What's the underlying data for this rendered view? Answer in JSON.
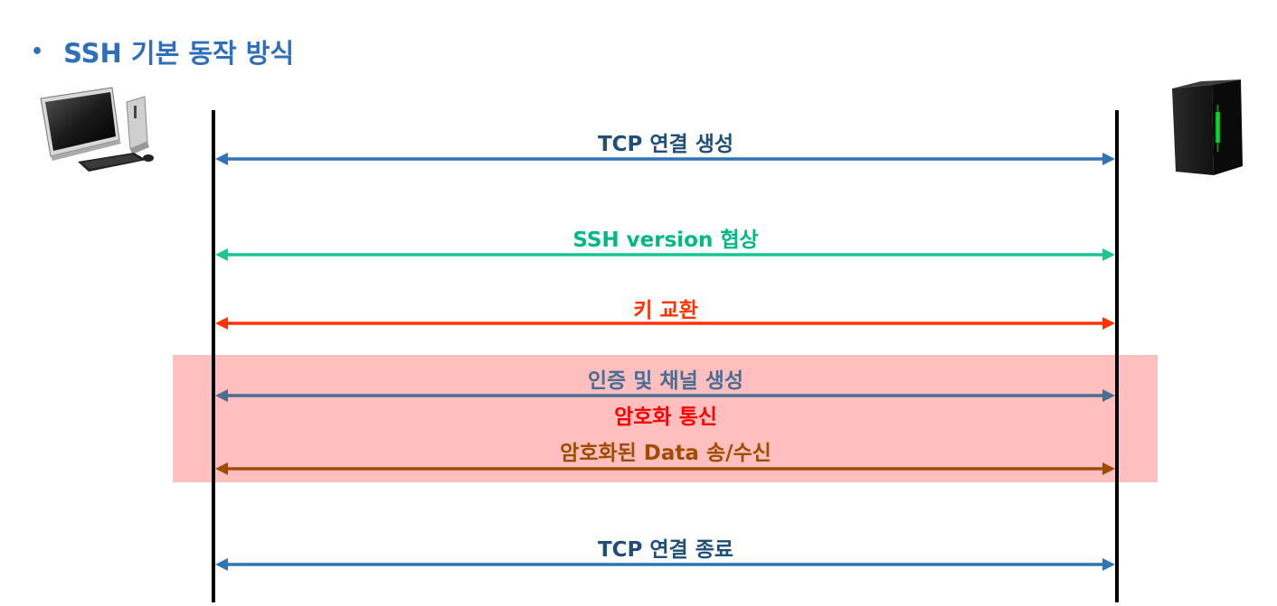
{
  "title": {
    "bullet": "•",
    "text": "SSH 기본 동작 방식"
  },
  "icons": {
    "client": "desktop-computer-icon",
    "server": "server-tower-icon"
  },
  "colors": {
    "title": "#2F6EBA",
    "highlight": "#FFBFBF"
  },
  "messages": [
    {
      "label": "TCP 연결 생성",
      "color": "#1F4E79",
      "arrow_color": "#2E75B6"
    },
    {
      "label": "SSH version 협상",
      "color": "#00B984",
      "arrow_color": "#1BC594"
    },
    {
      "label": "키 교환",
      "color": "#FF3300",
      "arrow_color": "#FF3300"
    },
    {
      "label": "인증 및 채널 생성",
      "color": "#4A6D93",
      "arrow_color": "#4A6D93"
    },
    {
      "label": "암호화 통신",
      "color": "#FF0000",
      "arrow_color": null
    },
    {
      "label": "암호화된 Data 송/수신",
      "color": "#A04C00",
      "arrow_color": "#A04C00"
    },
    {
      "label": "TCP 연결 종료",
      "color": "#1F4E79",
      "arrow_color": "#2E75B6"
    }
  ]
}
